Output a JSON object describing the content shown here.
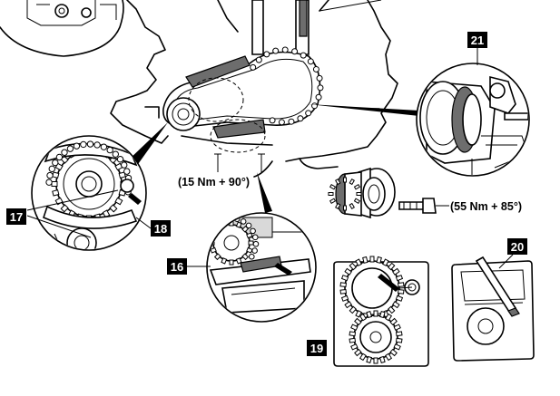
{
  "callouts": {
    "c16": "16",
    "c17": "17",
    "c18": "18",
    "c19": "19",
    "c20": "20",
    "c21": "21"
  },
  "torque": {
    "sprocket": "(15 Nm + 90°)",
    "pulley": "(55 Nm + 85°)"
  }
}
